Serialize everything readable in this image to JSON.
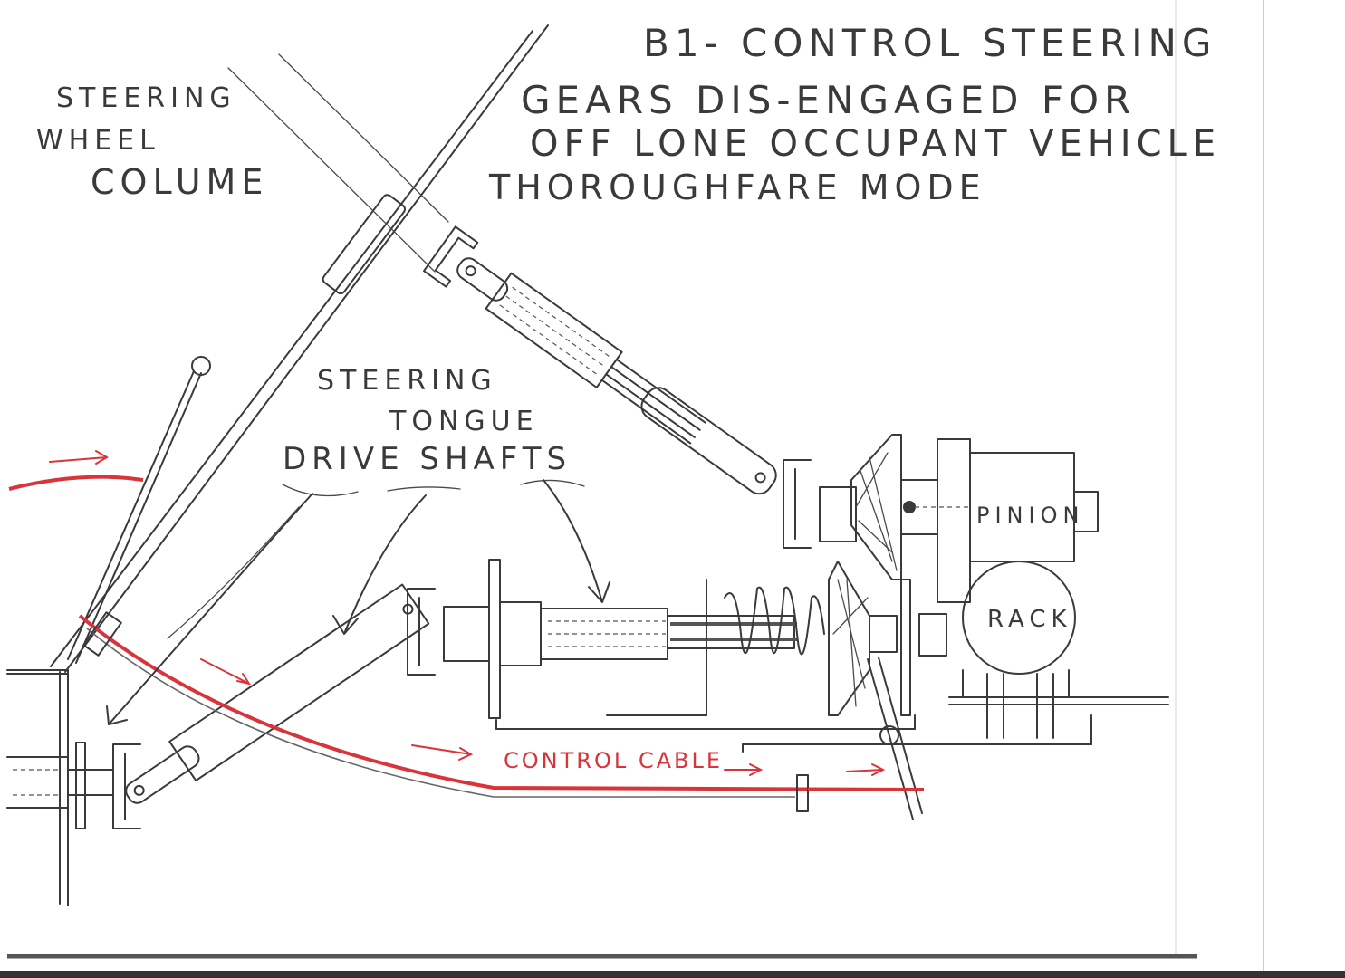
{
  "title": {
    "line1": "B1- CONTROL STEERING",
    "line2": "GEARS DIS-ENGAGED FOR",
    "line3": "OFF LONE OCCUPANT VEHICLE",
    "line4": "THOROUGHFARE MODE"
  },
  "labels": {
    "column_line1": "STEERING",
    "column_line2": "WHEEL",
    "column_line3": "COLUME",
    "tongue_line1": "STEERING",
    "tongue_line2": "TONGUE",
    "tongue_line3": "DRIVE SHAFTS",
    "pinion": "PINION",
    "rack": "RACK",
    "control_cable": "CONTROL CABLE"
  },
  "colors": {
    "ink": "#3a3a3a",
    "cable": "#d8343a",
    "paper": "#ffffff"
  }
}
